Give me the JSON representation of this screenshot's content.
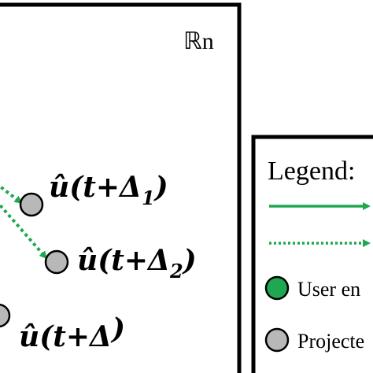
{
  "space_label": "ℝn",
  "points": [
    {
      "hat": "û",
      "arg": "(t+Δ",
      "sub": "1",
      "close": ")"
    },
    {
      "hat": "û",
      "arg": "(t+Δ",
      "sub": "2",
      "close": ")"
    },
    {
      "hat": "û",
      "arg": "(t+Δ",
      "sub": "",
      "close": ")"
    }
  ],
  "legend": {
    "title": "Legend:",
    "items": [
      {
        "kind": "solid-arrow",
        "label": ""
      },
      {
        "kind": "dotted-arrow",
        "label": ""
      },
      {
        "kind": "green-dot",
        "label": "User en"
      },
      {
        "kind": "gray-dot",
        "label": "Projecte"
      }
    ]
  },
  "colors": {
    "arrow_green": "#1fa84f",
    "user_dot": "#1fa84f",
    "projected_dot": "#b8b8b8",
    "frame": "#000000"
  }
}
